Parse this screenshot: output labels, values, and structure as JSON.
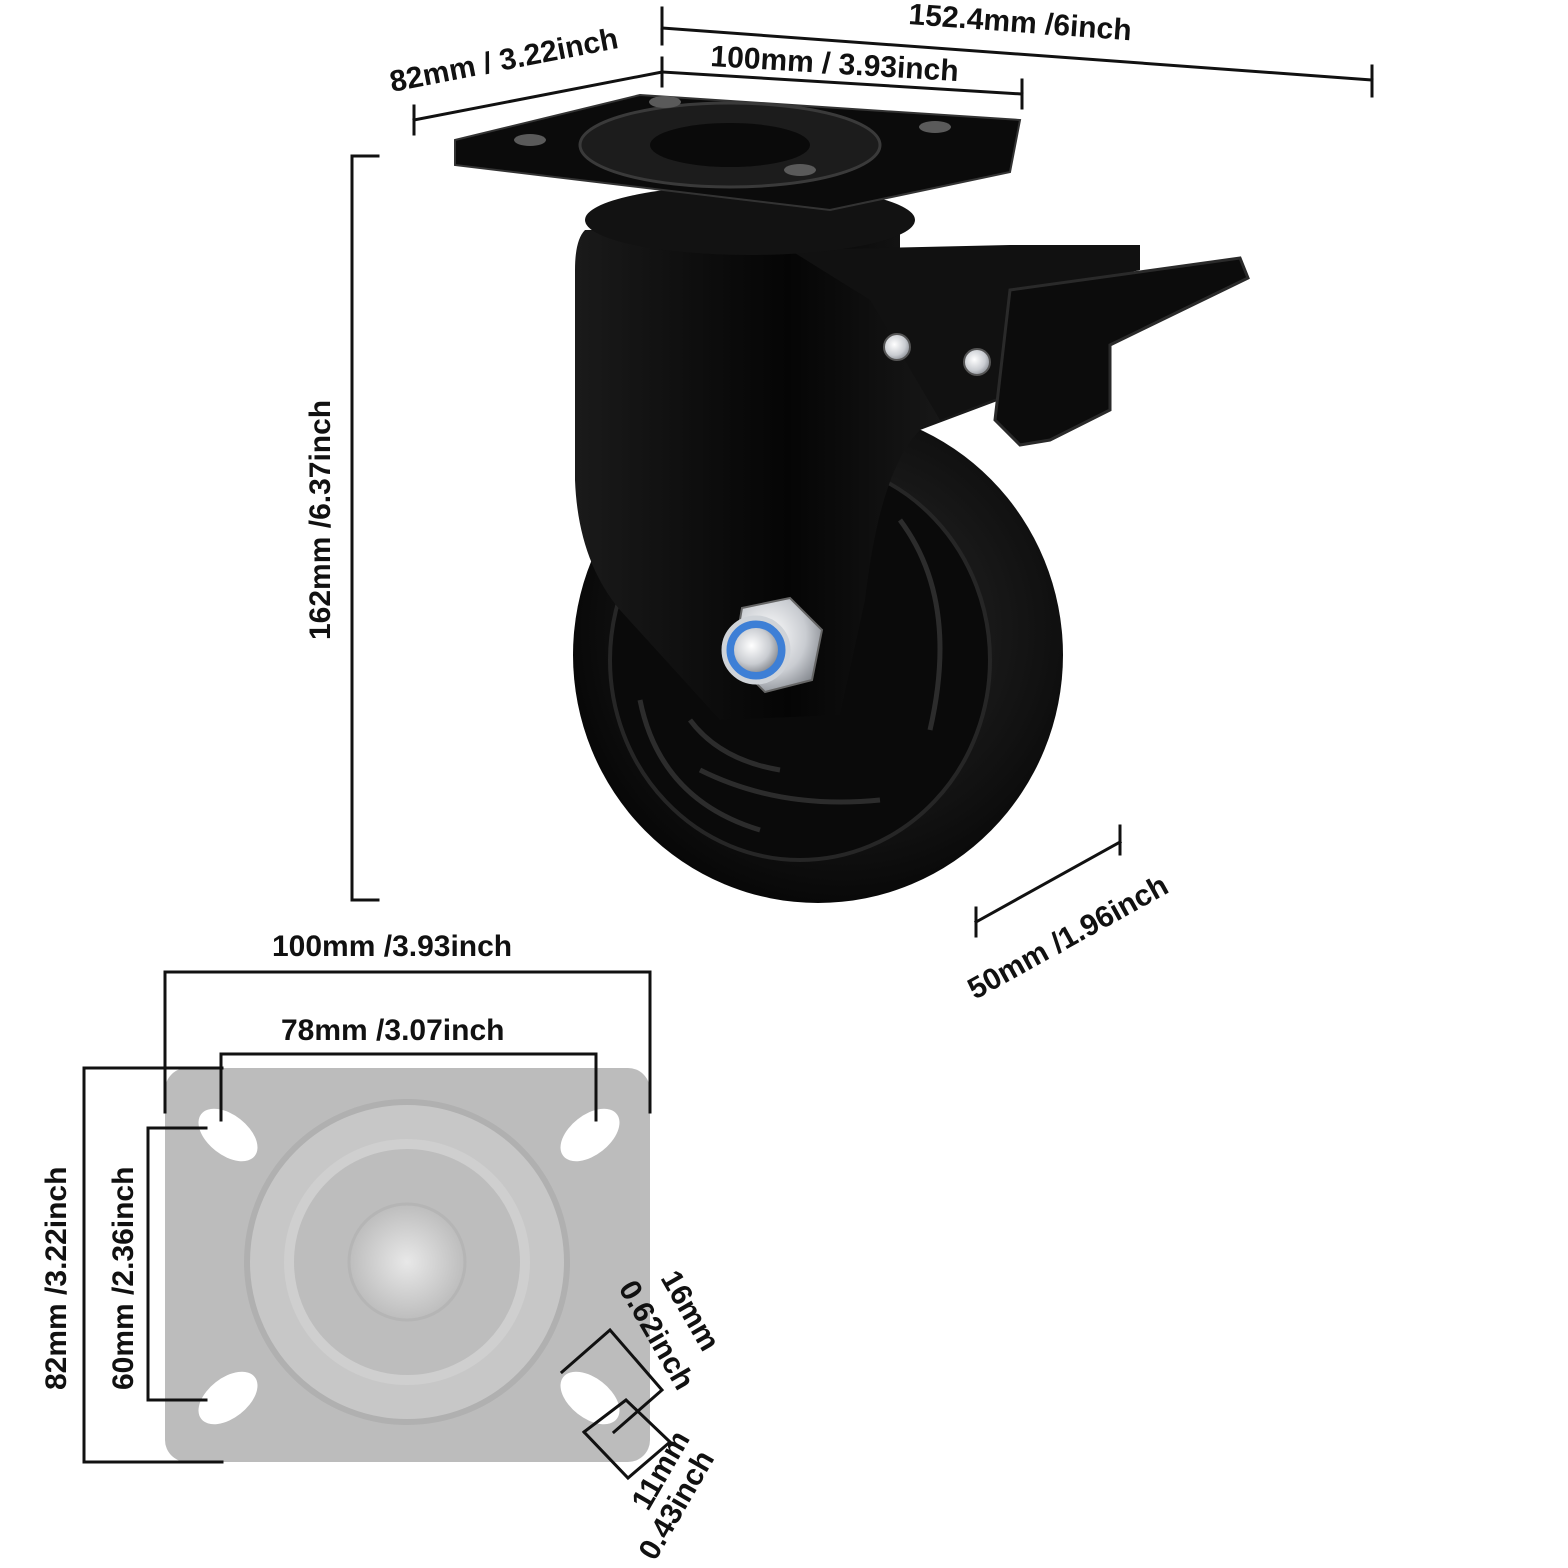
{
  "colors": {
    "ink": "#111111",
    "caster_body": "#0d0d0d",
    "caster_highlight": "#3a3a3a",
    "plate_gray": "#b8b8b8",
    "plate_gray_light": "#cfcfcf",
    "bolt_metal": "#c9ccd1",
    "bolt_ring": "#3d7fd6"
  },
  "icons": {
    "caster": "caster-wheel-illustration",
    "plate": "mounting-plate-illustration"
  },
  "caster_dimensions": {
    "plate_depth": "82mm / 3.22inch",
    "plate_width": "100mm / 3.93inch",
    "offset_length": "152.4mm /6inch",
    "total_height": "162mm /6.37inch",
    "wheel_width": "50mm /1.96inch"
  },
  "plate_dimensions": {
    "outer_width": "100mm /3.93inch",
    "hole_spacing_width": "78mm /3.07inch",
    "outer_depth": "82mm /3.22inch",
    "hole_spacing_depth": "60mm /2.36inch",
    "slot_length_mm": "16mm",
    "slot_length_in": "0.62inch",
    "slot_width_mm": "11mm",
    "slot_width_in": "0.43inch"
  }
}
